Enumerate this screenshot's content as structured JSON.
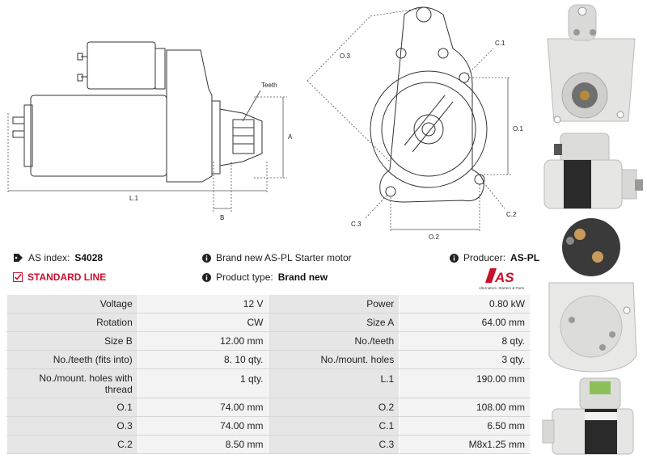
{
  "diagram": {
    "labels": {
      "teeth": "Teeth",
      "a": "A",
      "b": "B",
      "l1": "L.1",
      "o1": "O.1",
      "o2": "O.2",
      "o3": "O.3",
      "c1": "C.1",
      "c2": "C.2",
      "c3": "C.3"
    }
  },
  "info": {
    "as_index_label": "AS index:",
    "as_index_value": "S4028",
    "description": "Brand new AS-PL Starter motor",
    "producer_label": "Producer:",
    "producer_value": "AS-PL",
    "standard_line": "STANDARD LINE",
    "product_type_label": "Product type:",
    "product_type_value": "Brand new",
    "logo_text": "AS",
    "logo_tagline": "Alternators, Starters & Parts"
  },
  "specs": [
    [
      "Voltage",
      "12 V",
      "Power",
      "0.80 kW"
    ],
    [
      "Rotation",
      "CW",
      "Size A",
      "64.00 mm"
    ],
    [
      "Size B",
      "12.00 mm",
      "No./teeth",
      "8 qty."
    ],
    [
      "No./teeth (fits into)",
      "8. 10 qty.",
      "No./mount. holes",
      "3 qty."
    ],
    [
      "No./mount. holes with thread",
      "1 qty.",
      "L.1",
      "190.00 mm"
    ],
    [
      "O.1",
      "74.00 mm",
      "O.2",
      "108.00 mm"
    ],
    [
      "O.3",
      "74.00 mm",
      "C.1",
      "6.50 mm"
    ],
    [
      "C.2",
      "8.50 mm",
      "C.3",
      "M8x1.25 mm"
    ]
  ],
  "colors": {
    "accent_red": "#c8102e",
    "table_label_bg": "#e6e6e6",
    "table_value_bg": "#f3f3f3"
  }
}
